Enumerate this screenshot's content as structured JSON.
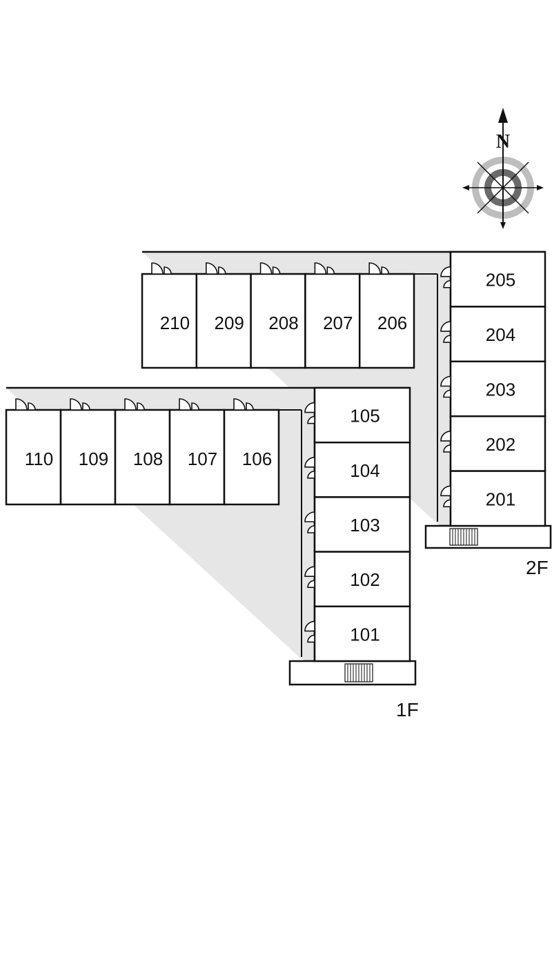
{
  "compass": {
    "north_label": "N",
    "colors": {
      "outer_ring": "#bdbdbd",
      "inner_ring": "#6a6a6a",
      "needle": "#111111"
    }
  },
  "colors": {
    "corridor": "#e6e6e6",
    "wall": "#111111",
    "unit_fill": "#ffffff"
  },
  "floors": {
    "second": {
      "label": "2F",
      "west_wing_units": [
        "210",
        "209",
        "208",
        "207",
        "206"
      ],
      "east_wing_units": [
        "205",
        "204",
        "203",
        "202",
        "201"
      ]
    },
    "first": {
      "label": "1F",
      "west_wing_units": [
        "110",
        "109",
        "108",
        "107",
        "106"
      ],
      "east_wing_units": [
        "105",
        "104",
        "103",
        "102",
        "101"
      ]
    }
  }
}
